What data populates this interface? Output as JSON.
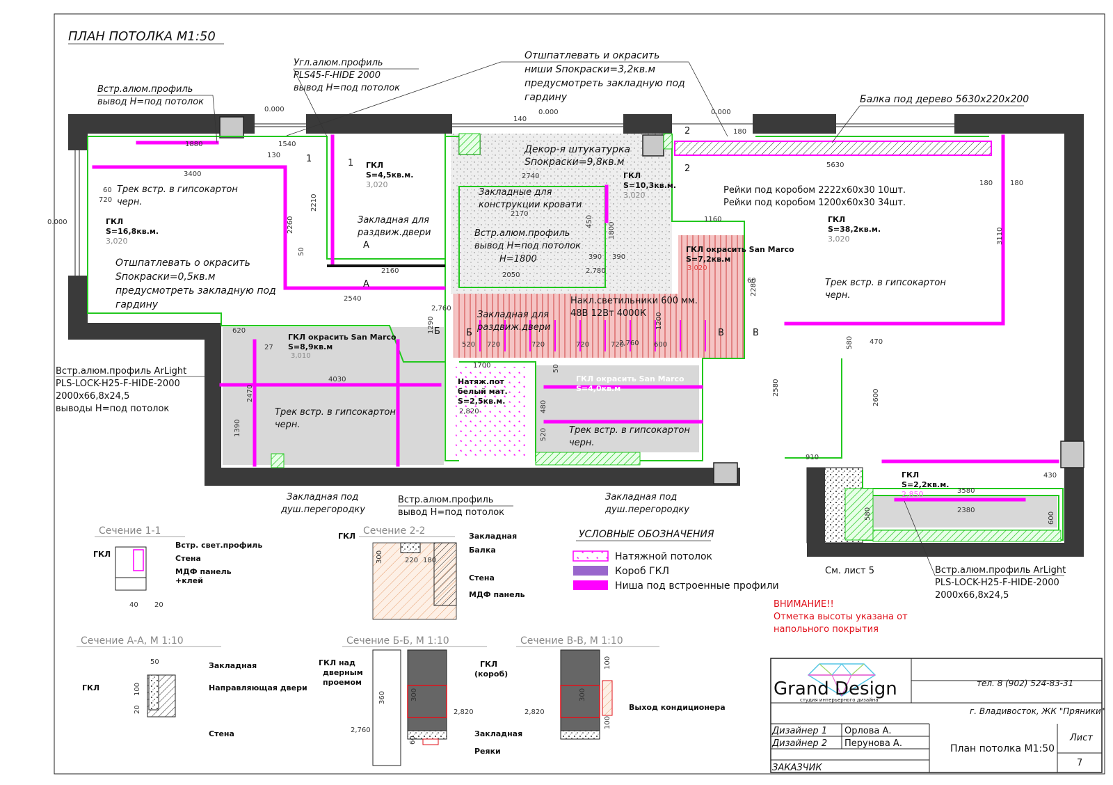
{
  "title": "ПЛАН ПОТОЛКА  М1:50",
  "colors": {
    "wall": "#3a3a3a",
    "gkl_outline": "#22c81e",
    "niche_profile": "#ff00ff",
    "gkl_box": "#9966cc",
    "painted_fill": "#f0b7b7",
    "warning": "#e0101a"
  },
  "callouts": {
    "ugl_profile": [
      "Угл.алюм.профиль",
      "PLS45-F-HIDE 2000",
      "вывод Н=под потолок"
    ],
    "niche_paint": [
      "Отшпатлевать и окрасить",
      "ниши Sпокраски=3,2кв.м",
      "предусмотреть закладную под",
      "гардину"
    ],
    "vstr_profile_top": [
      "Встр.алюм.профиль",
      "вывод Н=под потолок"
    ],
    "balka": "Балка под дерево 5630x220x200",
    "decor": [
      "Декор-я штукатурка",
      "Sпокраски=9,8кв.м"
    ],
    "zakl_bed": [
      "Закладные для",
      "конструкции кровати"
    ],
    "vstr_profile_mid": [
      "Встр.алюм.профиль",
      "вывод Н=под потолок",
      "Н=1800"
    ],
    "zakl_door1": [
      "Закладная для",
      "раздвиж.двери"
    ],
    "zakl_door2": [
      "Закладная для",
      "раздвиж.двери"
    ],
    "reiki": [
      "Рейки под коробом 2222x60x30 10шт.",
      "Рейки под коробом 1200x60x30 34шт."
    ],
    "gkl_sanmarco_1": [
      "ГКЛ окрасить San Marco",
      "S=7,2кв.м"
    ],
    "lights": [
      "Накл.светильники 600 мм.",
      "48В 12Вт 4000К"
    ],
    "track_left": [
      "Трек встр. в гипсокартон",
      "черн."
    ],
    "track_right": [
      "Трек встр. в гипсокартон",
      "черн."
    ],
    "track_mid": [
      "Трек встр. в гипсокартон",
      "черн."
    ],
    "track_bottom": [
      "Трек встр. в гипсокартон",
      "черн."
    ],
    "paint_left": [
      "Отшпатлевать о окрасить",
      "Sпокраски=0,5кв.м",
      "предусмотреть закладную под",
      "гардину"
    ],
    "gkl_sanmarco_2": [
      "ГКЛ окрасить San Marco",
      "S=8,9кв.м"
    ],
    "gkl_sanmarco_3": [
      "ГКЛ окрасить San Marco",
      "S=4,0кв.м"
    ],
    "natyazh": [
      "Натяж.пот",
      "белый мат.",
      "S=2,5кв.м."
    ],
    "arlight_left": [
      "Встр.алюм.профиль ArLight",
      "PLS-LOCK-H25-F-HIDE-2000",
      "2000x66,8x24,5",
      "выводы Н=под потолок"
    ],
    "arlight_right": [
      "Встр.алюм.профиль ArLight",
      "PLS-LOCK-H25-F-HIDE-2000",
      "2000x66,8x24,5"
    ],
    "zakl_dush1": [
      "Закладная под",
      "душ.перегородку"
    ],
    "zakl_dush2": [
      "Закладная под",
      "душ.перегородку"
    ],
    "vstr_profile_bottom": [
      "Встр.алюм.профиль",
      "вывод Н=под потолок"
    ],
    "see_sheet": "См. лист 5"
  },
  "rooms": [
    {
      "label": "ГКЛ",
      "area": "S=4,5кв.м.",
      "level": "3,020"
    },
    {
      "label": "ГКЛ",
      "area": "S=10,3кв.м.",
      "level": "3,020"
    },
    {
      "label": "ГКЛ",
      "area": "S=16,8кв.м.",
      "level": "3,020"
    },
    {
      "label": "ГКЛ",
      "area": "S=38,2кв.м.",
      "level": "3,020"
    },
    {
      "label": "ГКЛ",
      "area": "S=2,2кв.м.",
      "level": "2,850"
    }
  ],
  "levels": [
    "0.000",
    "0.000",
    "0.000",
    "0.000",
    "2,760",
    "2,760",
    "2,820",
    "3,010",
    "3,020",
    "2,780",
    "2,820"
  ],
  "dimensions": [
    "1880",
    "1540",
    "130",
    "140",
    "180",
    "2740",
    "3400",
    "5630",
    "180",
    "180",
    "60",
    "720",
    "2210",
    "2260",
    "1160",
    "450",
    "1800",
    "390",
    "390",
    "2170",
    "2050",
    "2160",
    "50",
    "2540",
    "3110",
    "60",
    "2280",
    "1290",
    "620",
    "27",
    "520",
    "720",
    "720",
    "720",
    "720",
    "720",
    "600",
    "1200",
    "4030",
    "2470",
    "1390",
    "1700",
    "50",
    "480",
    "520",
    "2580",
    "580",
    "470",
    "2600",
    "910",
    "430",
    "3580",
    "2380",
    "580",
    "600"
  ],
  "legend": {
    "title": "УСЛОВНЫЕ ОБОЗНАЧЕНИЯ",
    "items": [
      {
        "label": "Натяжной потолок",
        "color": "#ffffff"
      },
      {
        "label": "Короб ГКЛ",
        "color": "#9966cc"
      },
      {
        "label": "Ниша под встроенные профили",
        "color": "#ff00ff"
      }
    ]
  },
  "warning": [
    "ВНИМАНИЕ!!",
    "Отметка высоты указана от",
    "напольного покрытия"
  ],
  "sections": {
    "s11": {
      "title": "Сечение 1-1",
      "labels": [
        "Встр. свет.профиль",
        "Стена",
        "МДФ панель",
        "+клей",
        "ГКЛ"
      ],
      "dims": [
        "40",
        "20"
      ]
    },
    "s22": {
      "title": "Сечение 2-2",
      "labels": [
        "ГКЛ",
        "Закладная",
        "Балка",
        "Стена",
        "МДФ панель"
      ],
      "dims": [
        "300",
        "220",
        "180"
      ]
    },
    "saa": {
      "title": "Сечение А-А, М 1:10",
      "labels": [
        "Закладная",
        "ГКЛ",
        "Направляющая двери",
        "Стена"
      ],
      "dims": [
        "50",
        "100",
        "20"
      ]
    },
    "sbb": {
      "title": "Сечение Б-Б, М 1:10",
      "labels": [
        "ГКЛ над",
        "дверным",
        "проемом",
        "ГКЛ",
        "(короб)",
        "Закладная",
        "Реяки"
      ],
      "dims": [
        "300",
        "360",
        "2,820",
        "2,760",
        "60"
      ]
    },
    "svv": {
      "title": "Сечение В-В, М 1:10",
      "labels": [
        "Выход кондиционера"
      ],
      "dims": [
        "100",
        "300",
        "2,820",
        "100"
      ]
    }
  },
  "title_block": {
    "company": "Grand Design",
    "subtitle": "студия интерьерного дизайна",
    "phone": "тел. 8 (902) 524-83-31",
    "address": "г. Владивосток, ЖК \"Пряники\"",
    "designer1_role": "Дизайнер 1",
    "designer1_name": "Орлова А.",
    "designer2_role": "Дизайнер 2",
    "designer2_name": "Перунова А.",
    "client": "ЗАКАЗЧИК",
    "sheet_title": "План потолка М1:50",
    "sheet_label": "Лист",
    "sheet_number": "7"
  },
  "section_marks": [
    "1",
    "1",
    "2",
    "2",
    "А",
    "А",
    "Б",
    "Б",
    "В",
    "В"
  ]
}
